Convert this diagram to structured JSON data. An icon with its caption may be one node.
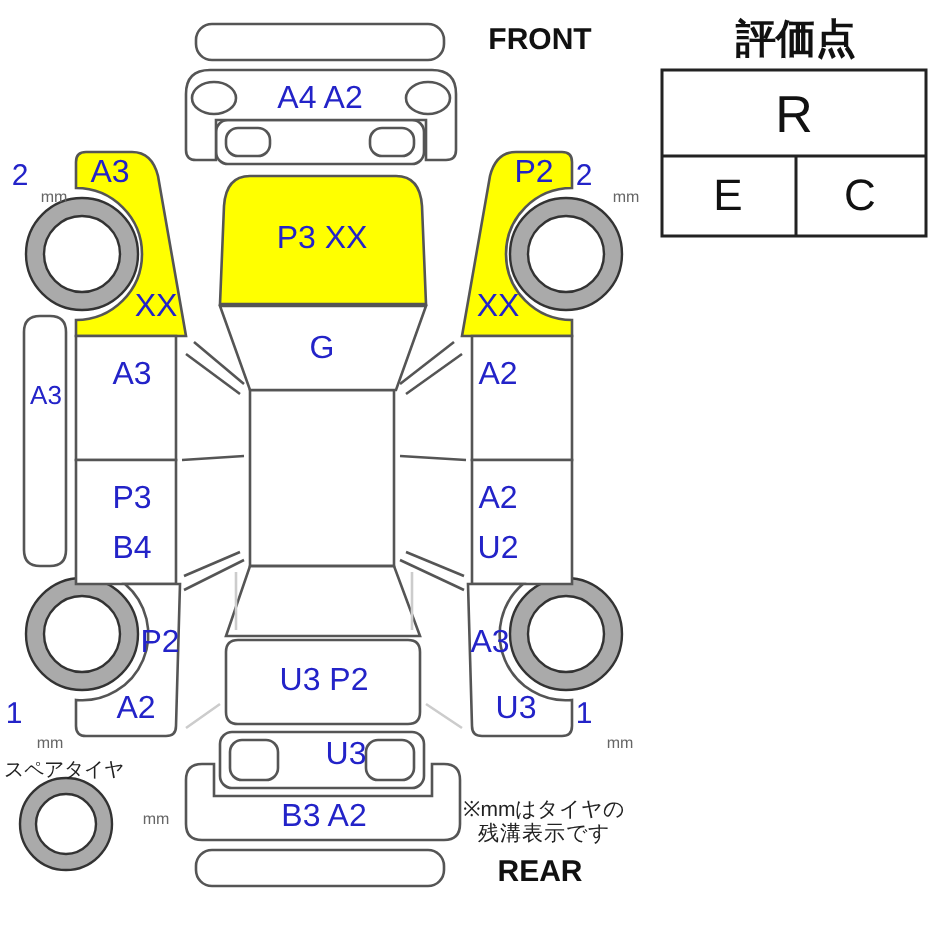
{
  "diagram": {
    "nodes": [
      {
        "text": [
          "A4 A2"
        ]
      },
      {
        "text": [
          "A3",
          "XX"
        ]
      },
      {
        "text": [
          "P3 XX"
        ]
      },
      {
        "text": [
          "P2",
          "XX"
        ]
      },
      {
        "text": [
          "G"
        ]
      },
      {
        "text": [
          "A3"
        ]
      },
      {
        "text": [
          "A3"
        ]
      },
      {
        "text": [
          "A2"
        ]
      },
      {
        "text": [
          "P3",
          "B4"
        ]
      },
      {
        "text": [
          "A2",
          "U2"
        ]
      },
      {
        "text": [
          "P2",
          "A2"
        ]
      },
      {
        "text": [
          "A3",
          "U3"
        ]
      },
      {
        "text": [
          "U3 P2"
        ]
      },
      {
        "text": [
          "U3"
        ]
      },
      {
        "text": [
          "B3 A2"
        ]
      }
    ],
    "labels": [
      "FRONT",
      "評価点",
      "R",
      "2",
      "2",
      "E",
      "C",
      "mm",
      "mm",
      "1",
      "1",
      "mm",
      "mm",
      "スペアタイヤ",
      "mm",
      "※mmはタイヤの残溝表示です",
      "REAR"
    ]
  }
}
